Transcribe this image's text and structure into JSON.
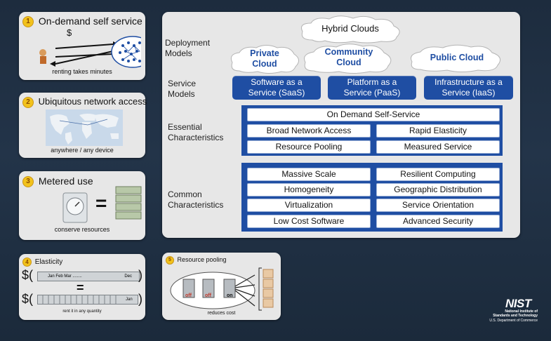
{
  "panels": {
    "on_demand": {
      "number": "1",
      "title": "On-demand self service",
      "currency": "$",
      "caption": "renting takes minutes"
    },
    "network": {
      "number": "2",
      "title": "Ubiquitous network access",
      "caption": "anywhere / any device"
    },
    "metered": {
      "number": "3",
      "title": "Metered use",
      "equals": "=",
      "caption": "conserve resources"
    },
    "elasticity": {
      "number": "4",
      "title": "Elasticity",
      "currency": "$",
      "equals": "=",
      "bar_text_top": "Jan Feb Mar ........",
      "bar_text_top_end": "Dec",
      "bar_text_bottom_end": "Jan",
      "caption": "rent it in any quantity"
    },
    "pooling": {
      "number": "5",
      "title": "Resource pooling",
      "server_labels": [
        "off",
        "off",
        "on"
      ],
      "caption": "reduces cost"
    }
  },
  "main": {
    "deployment_label": "Deployment\nModels",
    "service_label": "Service\nModels",
    "essential_label": "Essential\nCharacteristics",
    "common_label": "Common\nCharacteristics",
    "hybrid": "Hybrid Clouds",
    "clouds": [
      "Private\nCloud",
      "Community\nCloud",
      "Public Cloud"
    ],
    "services": [
      "Software as a\nService (SaaS)",
      "Platform as a\nService (PaaS)",
      "Infrastructure as a\nService (IaaS)"
    ],
    "essential_full": "On Demand Self-Service",
    "essential_pairs": [
      [
        "Broad Network Access",
        "Rapid Elasticity"
      ],
      [
        "Resource Pooling",
        "Measured Service"
      ]
    ],
    "common_pairs": [
      [
        "Massive Scale",
        "Resilient Computing"
      ],
      [
        "Homogeneity",
        "Geographic Distribution"
      ],
      [
        "Virtualization",
        "Service Orientation"
      ],
      [
        "Low Cost Software",
        "Advanced Security"
      ]
    ]
  },
  "nist": {
    "logo": "NIST",
    "line1": "National Institute of",
    "line2": "Standards and Technology",
    "line3": "U.S. Department of Commerce"
  },
  "colors": {
    "accent_blue": "#1f4ea3",
    "cloud_text_blue": "#1f4ea3",
    "number_badge": "#f2c21b"
  }
}
